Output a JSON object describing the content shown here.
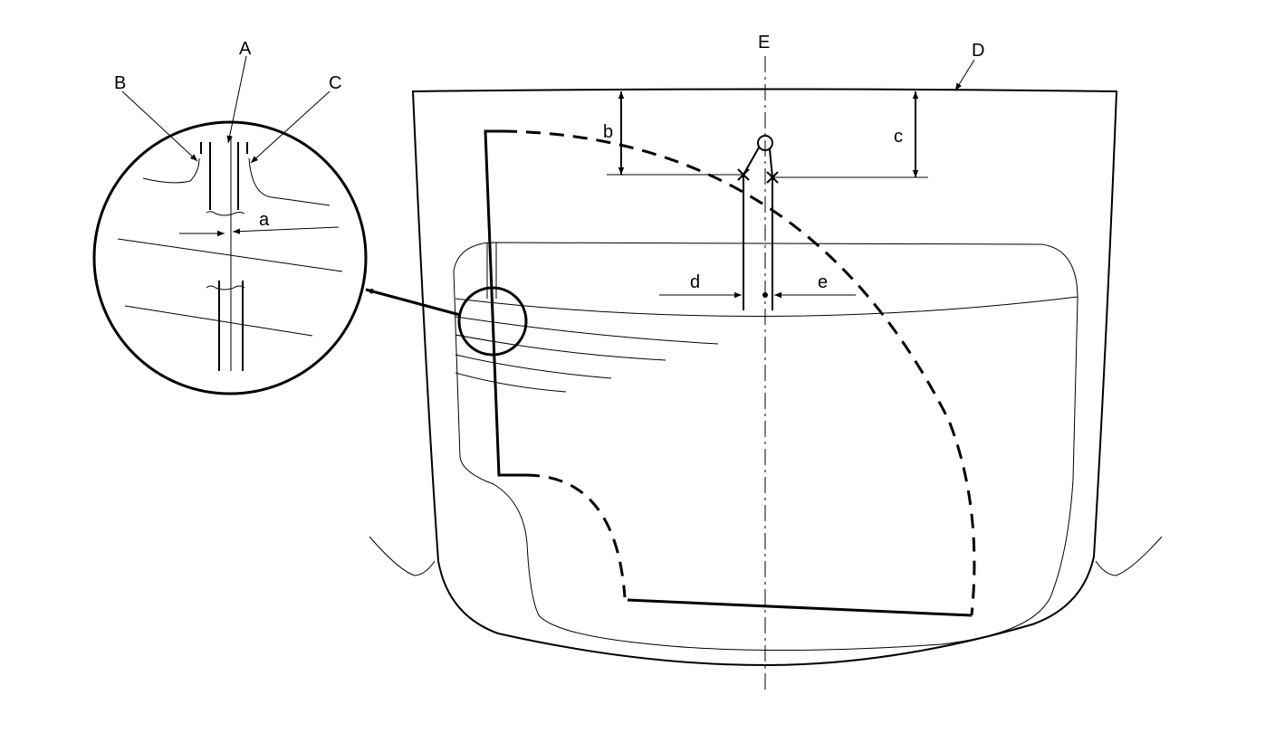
{
  "labels": {
    "A": "A",
    "B": "B",
    "C": "C",
    "D": "D",
    "E": "E",
    "a": "a",
    "b": "b",
    "c": "c",
    "d": "d",
    "e": "e"
  },
  "colors": {
    "line": "#000000",
    "background": "#ffffff"
  }
}
